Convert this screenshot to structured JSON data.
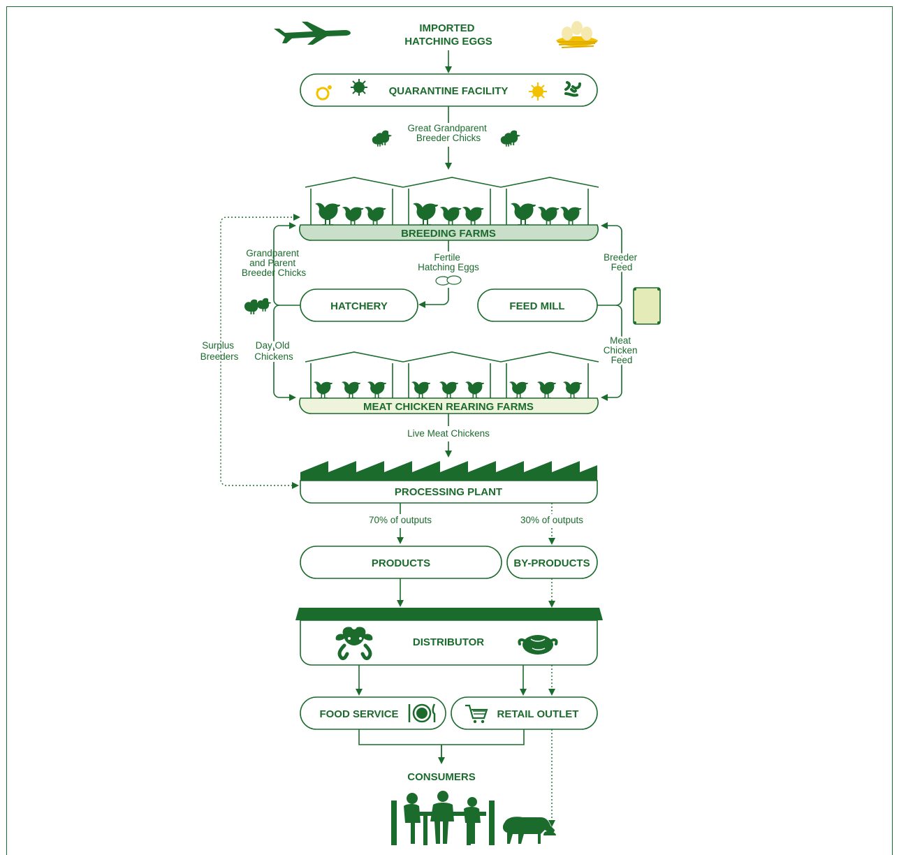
{
  "nodes": {
    "imported": [
      "IMPORTED",
      "HATCHING EGGS"
    ],
    "quarantine": "QUARANTINE FACILITY",
    "breeding": "BREEDING FARMS",
    "hatchery": "HATCHERY",
    "feedmill": "FEED MILL",
    "meatfarms": "MEAT CHICKEN REARING FARMS",
    "processing": "PROCESSING PLANT",
    "products": "PRODUCTS",
    "byproducts": "BY-PRODUCTS",
    "distributor": "DISTRIBUTOR",
    "foodservice": "FOOD SERVICE",
    "retail": "RETAIL OUTLET",
    "consumers": "CONSUMERS"
  },
  "labels": {
    "gg_chicks": [
      "Great Grandparent",
      "Breeder Chicks"
    ],
    "gp_chicks": [
      "Grandparent",
      "and Parent",
      "Breeder Chicks"
    ],
    "fertile_eggs": [
      "Fertile",
      "Hatching Eggs"
    ],
    "breeder_feed": [
      "Breeder",
      "Feed"
    ],
    "surplus": [
      "Surplus",
      "Breeders"
    ],
    "day_old": [
      "Day Old",
      "Chickens"
    ],
    "meat_feed": [
      "Meat",
      "Chicken",
      "Feed"
    ],
    "live_chickens": "Live Meat Chickens",
    "pct70": "70% of outputs",
    "pct30": "30% of outputs"
  },
  "colors": {
    "green": "#1a6b2c",
    "breeding_fill": "#c9dfc9",
    "meat_fill": "#eef3dc",
    "feedbag": "#e4eab8",
    "yellow": "#f2c200"
  },
  "icons": [
    "airplane-icon",
    "eggs-nest-icon",
    "germ-icon",
    "virus-icon",
    "bacteria-icon",
    "chick-icon",
    "chicken-icon",
    "eggs-icon",
    "feed-bag-icon",
    "factory-roof-icon",
    "whole-chicken-icon",
    "roast-chicken-icon",
    "plate-icon",
    "shopping-cart-icon",
    "family-dining-icon",
    "dog-eating-icon"
  ]
}
